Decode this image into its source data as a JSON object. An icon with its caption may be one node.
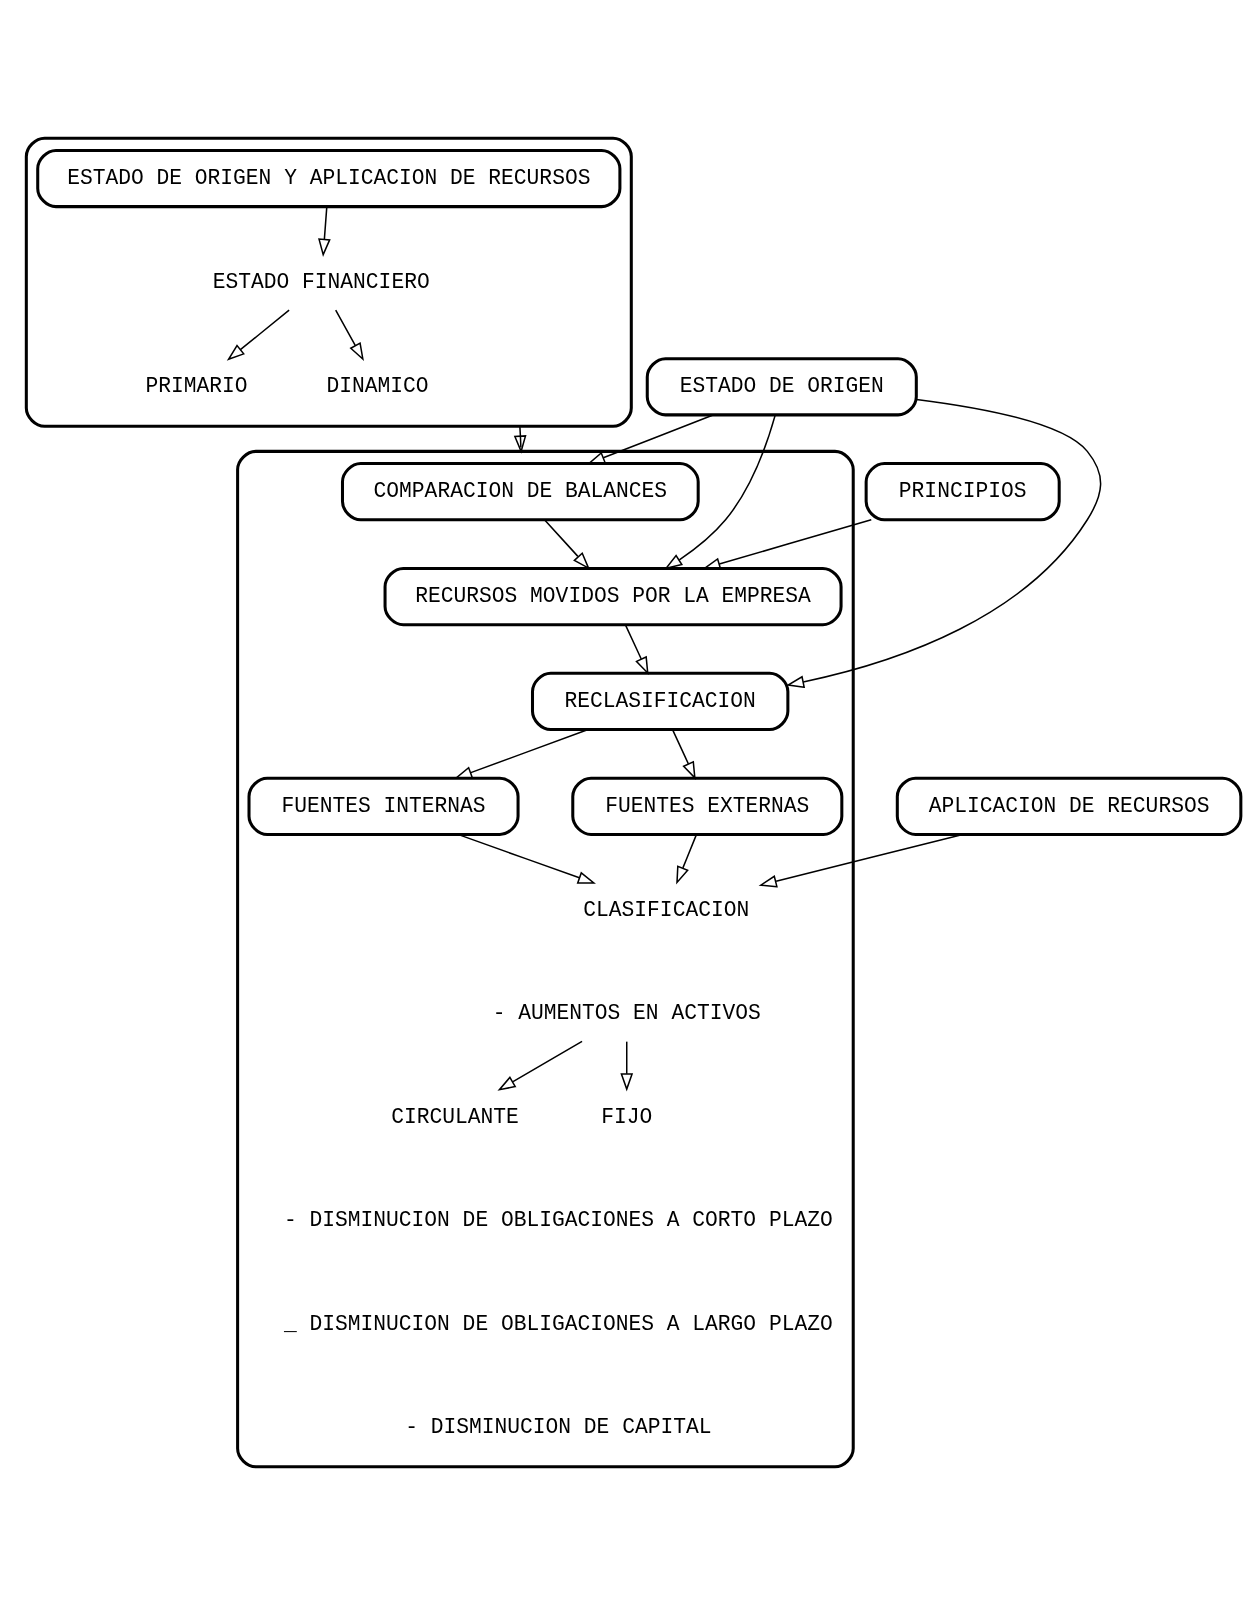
{
  "diagram": {
    "nodes": [
      {
        "text": [],
        "shape": "box"
      },
      {
        "text": [
          "ESTADO DE ORIGEN Y APLICACION DE RECURSOS"
        ],
        "in": 0
      },
      {
        "text": [
          "ESTADO FINANCIERO"
        ],
        "in": 0
      },
      {
        "text": [
          "PRIMARIO"
        ],
        "in": 0
      },
      {
        "text": [
          "DINAMICO"
        ],
        "in": 0
      },
      {
        "text": [],
        "shape": "box"
      },
      {
        "text": [
          "ESTADO DE ORIGEN"
        ]
      },
      {
        "text": [
          "APLICACION DE RECURSOS"
        ]
      },
      {
        "text": [
          "PRINCIPIOS"
        ]
      },
      {
        "text": [
          "COMPARACION DE BALANCES"
        ],
        "in": 5
      },
      {
        "text": [
          "RECURSOS MOVIDOS POR LA EMPRESA"
        ],
        "in": 5
      },
      {
        "text": [
          "RECLASIFICACION"
        ],
        "in": 5
      },
      {
        "text": [
          "FUENTES INTERNAS"
        ],
        "in": 5
      },
      {
        "text": [
          "FUENTES EXTERNAS"
        ],
        "in": 5
      },
      {
        "text": [
          "CLASIFICACION"
        ],
        "in": 5
      },
      {
        "text": [
          "- AUMENTOS EN ACTIVOS"
        ],
        "in": 5
      },
      {
        "text": [
          "CIRCULANTE"
        ],
        "in": 5
      },
      {
        "text": [
          "FIJO"
        ],
        "in": 5
      }
    ],
    "edges": [
      {
        "from": 1,
        "to": 2,
        "arrow": "to"
      },
      {
        "from": 2,
        "to": 3,
        "arrow": "to"
      },
      {
        "from": 2,
        "to": 4,
        "arrow": "to"
      },
      {
        "from": 0,
        "to": 5,
        "arrow": "to"
      },
      {
        "from": 6,
        "to": 9,
        "arrow": "to"
      },
      {
        "from": 6,
        "to": 10,
        "arrow": "to"
      },
      {
        "from": 6,
        "to": 11,
        "arrow": "to"
      },
      {
        "from": 7,
        "to": 14,
        "arrow": "to"
      },
      {
        "from": 8,
        "to": 10,
        "arrow": "to"
      },
      {
        "from": 9,
        "to": 10,
        "arrow": "to"
      },
      {
        "from": 10,
        "to": 11,
        "arrow": "to"
      },
      {
        "from": 11,
        "to": 12,
        "arrow": "to"
      },
      {
        "from": 11,
        "to": 13,
        "arrow": "to"
      },
      {
        "from": 12,
        "to": 14,
        "arrow": "to"
      },
      {
        "from": 13,
        "to": 14,
        "arrow": "to"
      },
      {
        "from": 15,
        "to": 16,
        "arrow": "to"
      },
      {
        "from": 15,
        "to": 17,
        "arrow": "to"
      }
    ],
    "labels": [
      "- DISMINUCION DE OBLIGACIONES A CORTO PLAZO",
      "_ DISMINUCION DE OBLIGACIONES A LARGO PLAZO",
      "- DISMINUCION DE CAPITAL"
    ]
  }
}
